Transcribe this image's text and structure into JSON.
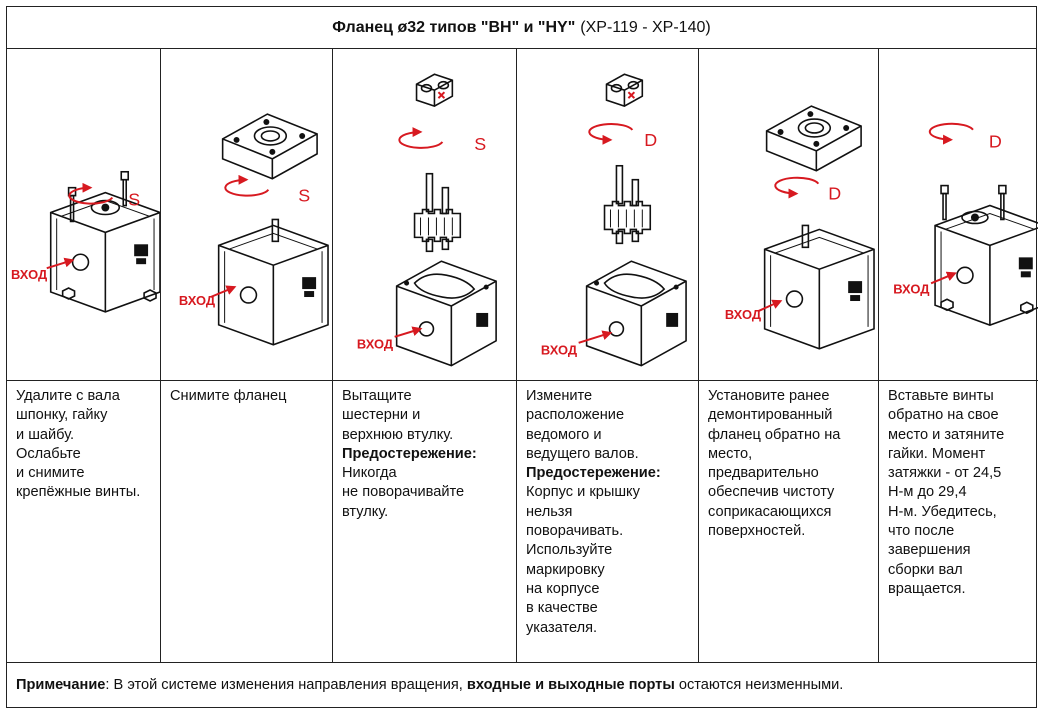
{
  "header": {
    "title_bold": "Фланец ø32 типов \"BH\" и \"HY\"",
    "title_regular": "(XP-119 - XP-140)"
  },
  "labels": {
    "inlet": "ВХОД",
    "rotation_s": "S",
    "rotation_d": "D"
  },
  "steps": [
    {
      "lines": [
        "Удалите с вала",
        "шпонку, гайку",
        "и шайбу.",
        "Ослабьте",
        "и снимите",
        "крепёжные винты."
      ]
    },
    {
      "lines": [
        "Снимите фланец"
      ]
    },
    {
      "lines": [
        "Вытащите",
        "шестерни и",
        "верхнюю втулку."
      ],
      "warning_label": "Предостережение:",
      "warning_lines": [
        "Никогда",
        "не поворачивайте",
        "втулку."
      ]
    },
    {
      "lines": [
        "Измените",
        "расположение",
        "ведомого и",
        "ведущего валов."
      ],
      "warning_label": "Предостережение:",
      "warning_lines": [
        "Корпус и крышку",
        "нельзя",
        "поворачивать.",
        "Используйте",
        "маркировку",
        "на корпусе",
        "в качестве",
        "указателя."
      ]
    },
    {
      "lines": [
        "Установите ранее",
        "демонтированный",
        "фланец обратно на",
        "место,",
        "предварительно",
        "обеспечив чистоту",
        "соприкасающихся",
        "поверхностей."
      ]
    },
    {
      "lines": [
        "Вставьте винты",
        "обратно на свое",
        "место и затяните",
        "гайки. Момент",
        "затяжки - от 24,5",
        "Н-м до 29,4",
        "Н-м. Убедитесь,",
        "что после",
        "завершения",
        "сборки вал",
        "вращается."
      ]
    }
  ],
  "note": {
    "label": "Примечание",
    "text1": ": В этой системе изменения направления вращения,",
    "bold": "входные и выходные порты",
    "text2": "остаются неизменными."
  },
  "colors": {
    "accent": "#d71920",
    "ink": "#111111",
    "border": "#222222"
  }
}
